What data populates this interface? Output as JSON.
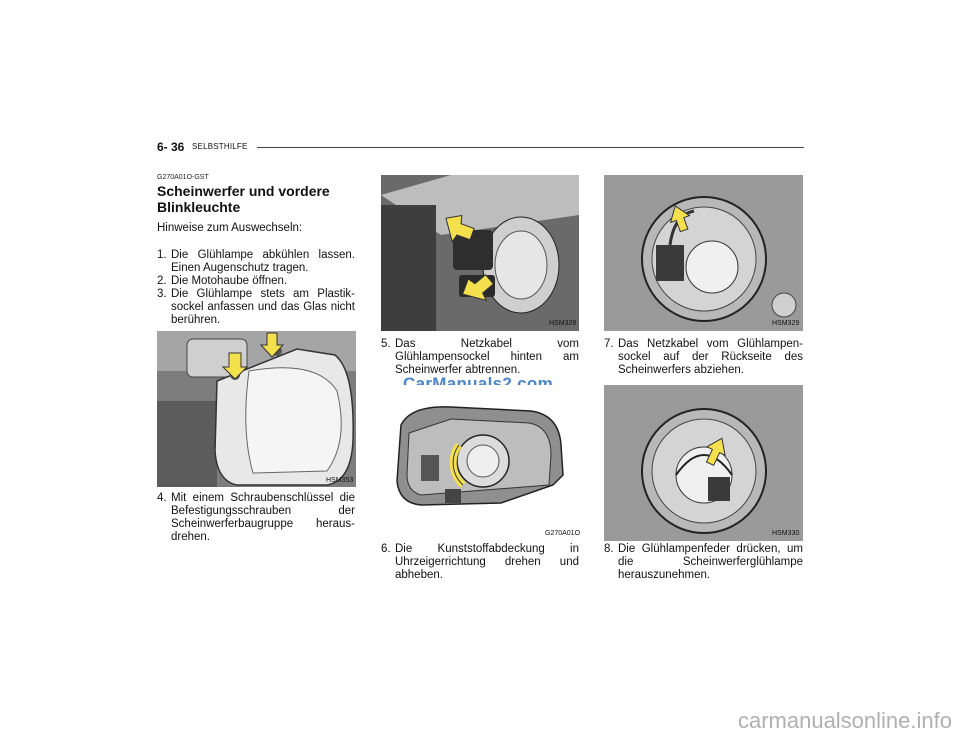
{
  "header": {
    "page_number": "6- 36",
    "section": "SELBSTHILFE"
  },
  "section": {
    "code": "G270A01O-GST",
    "title": "Scheinwerfer und vordere Blinkleuchte",
    "intro": "Hinweise zum Auswechseln:"
  },
  "steps": [
    {
      "num": "1.",
      "text": "Die Glühlampe abkühlen lassen. Einen Augenschutz tragen."
    },
    {
      "num": "2.",
      "text": "Die Motohaube öffnen."
    },
    {
      "num": "3.",
      "text": "Die Glühlampe stets am Plastik-sockel anfassen und das Glas nicht berühren."
    },
    {
      "num": "4.",
      "text": "Mit einem Schraubenschlüssel die Befestigungsschrauben der Scheinwerferbaugruppe heraus-drehen."
    },
    {
      "num": "5.",
      "text": "Das Netzkabel vom Glühlampensockel hinten am Scheinwerfer abtrennen."
    },
    {
      "num": "6.",
      "text": "Die Kunststoffabdeckung in Uhrzeigerrichtung drehen und abheben."
    },
    {
      "num": "7.",
      "text": "Das Netzkabel vom Glühlampen-sockel auf der Rückseite des Scheinwerfers abziehen."
    },
    {
      "num": "8.",
      "text": "Die Glühlampenfeder drücken, um die Scheinwerferglühlampe herauszunehmen."
    }
  ],
  "figures": {
    "fig1": "HSM353",
    "fig2": "HSM328",
    "fig3": "G270A01O",
    "fig4": "HSM329",
    "fig5": "HSM330"
  },
  "watermark": "CarManuals2.com",
  "footer_watermark": "carmanualsonline.info"
}
